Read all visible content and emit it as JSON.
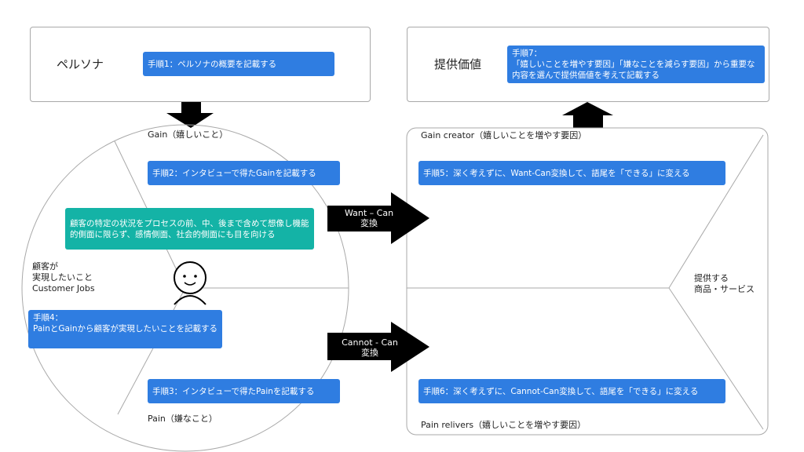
{
  "persona": {
    "title": "ペルソナ",
    "step1": "手順1：ペルソナの概要を記載する"
  },
  "value": {
    "title": "提供価値",
    "step7": "手順7：\n「嬉しいことを増やす要因」「嫌なことを減らす要因」から重要な内容を選んで提供価値を考えて記載する"
  },
  "customer": {
    "gain_label": "Gain（嬉しいこと）",
    "pain_label": "Pain（嫌なこと）",
    "jobs_label": "顧客が\n実現したいこと\nCustomer Jobs",
    "step2": "手順2：インタビューで得たGainを記載する",
    "hint": "顧客の特定の状況をプロセスの前、中、後まで含めて想像し機能的側面に限らず、感情側面、社会的側面にも目を向ける",
    "step4": "手順4：\n PainとGainから顧客が実現したいことを記載する",
    "step3": "手順3：インタビューで得たPainを記載する"
  },
  "arrows": {
    "want_can": "Want – Can\n変換",
    "cannot_can": "Cannot - Can\n変換"
  },
  "product": {
    "gain_creator_label": "Gain creator（嬉しいことを増やす要因）",
    "pain_relivers_label": "Pain relivers（嬉しいことを増やす要因）",
    "products_label": "提供する\n商品・サービス",
    "step5": "手順5：深く考えずに、Want-Can変換して、語尾を「できる」に変える",
    "step6": "手順6：深く考えずに、Cannot-Can変換して、語尾を「できる」に変える"
  },
  "colors": {
    "note_blue": "#2f7de1",
    "note_teal": "#14b3a6",
    "arrow": "#000000",
    "outline": "#a9a9a9"
  }
}
